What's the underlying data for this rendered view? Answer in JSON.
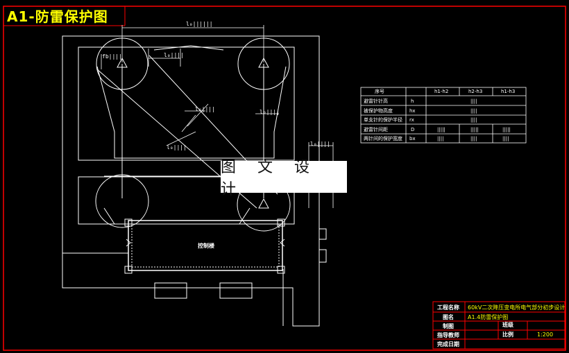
{
  "title": "A1-防雷保护图",
  "watermark": "图 文 设 计",
  "building_label": "控制楼",
  "dimensions": {
    "top_span": "l₀||||||",
    "upper_short": "l₀||||",
    "left_height": "fb||||",
    "diag_upper": "l₀||||",
    "right_mid": "l₀||||",
    "diag_lower": "l₀||||",
    "right_lower": "l₀||||"
  },
  "params_table": {
    "headers": [
      "序号",
      "h1-h2",
      "h2-h3",
      "h1-h3"
    ],
    "rows": [
      {
        "label": "避雷针针高",
        "symbol": "h",
        "values": [
          "||||"
        ]
      },
      {
        "label": "被保护物高度",
        "symbol": "hx",
        "values": [
          "||||"
        ]
      },
      {
        "label": "单支针的保护半径",
        "symbol": "rx",
        "values": [
          "||||"
        ]
      },
      {
        "label": "避雷针间距",
        "symbol": "D",
        "values": [
          "|||||",
          "|||||",
          "|||||"
        ]
      },
      {
        "label": "两针间的保护宽度",
        "symbol": "bx",
        "values": [
          "||||",
          "||||",
          "||||"
        ]
      }
    ]
  },
  "title_block": {
    "project_label": "工程名称",
    "project_value": "60kV二次降压变电所电气部分初步设计",
    "drawing_label": "图名",
    "drawing_value": "A1.4防雷保护图",
    "drawn_label": "制图",
    "grade_label": "班级",
    "scale_label": "比例",
    "scale_value": "1:200",
    "advisor_label": "指导教师",
    "date_label": "完成日期"
  },
  "colors": {
    "background": "#000000",
    "frame": "#ff0000",
    "line": "#ffffff",
    "title": "#ffff00",
    "title_block_text": "#ffff00"
  }
}
